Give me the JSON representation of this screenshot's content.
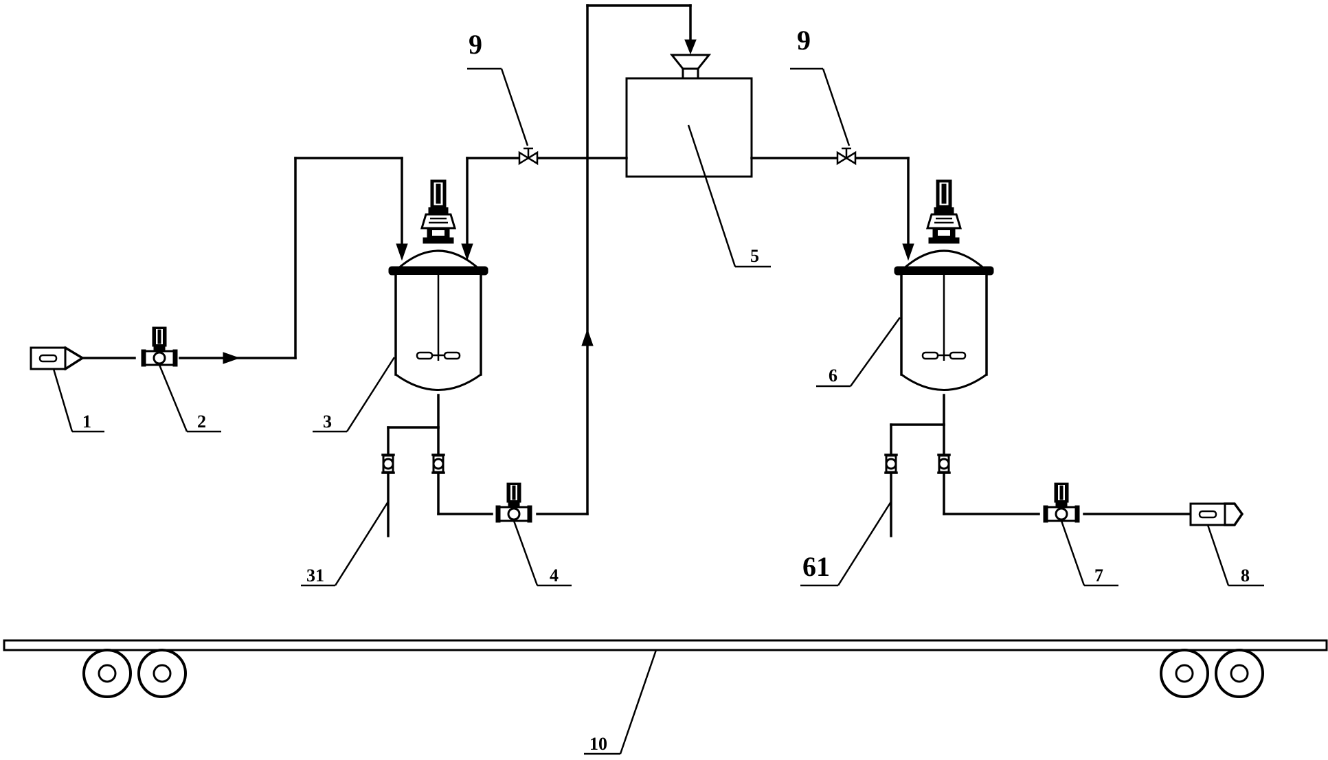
{
  "labels": {
    "l1": "1",
    "l2": "2",
    "l3": "3",
    "l31": "31",
    "l4": "4",
    "l5": "5",
    "l6": "6",
    "l61": "61",
    "l7": "7",
    "l8": "8",
    "l9a": "9",
    "l9b": "9",
    "l10": "10"
  },
  "colors": {
    "stroke": "#000000",
    "background": "#ffffff"
  }
}
